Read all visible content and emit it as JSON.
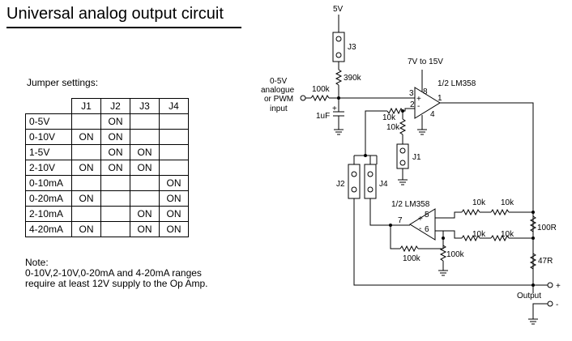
{
  "title": "Universal analog output circuit",
  "jumper_table": {
    "caption": "Jumper settings:",
    "headers": [
      "J1",
      "J2",
      "J3",
      "J4"
    ],
    "rows": [
      {
        "label": "0-5V",
        "cells": [
          "",
          "ON",
          "",
          ""
        ]
      },
      {
        "label": "0-10V",
        "cells": [
          "ON",
          "ON",
          "",
          ""
        ]
      },
      {
        "label": "1-5V",
        "cells": [
          "",
          "ON",
          "ON",
          ""
        ]
      },
      {
        "label": "2-10V",
        "cells": [
          "ON",
          "ON",
          "ON",
          ""
        ]
      },
      {
        "label": "0-10mA",
        "cells": [
          "",
          "",
          "",
          "ON"
        ]
      },
      {
        "label": "0-20mA",
        "cells": [
          "ON",
          "",
          "",
          "ON"
        ]
      },
      {
        "label": "2-10mA",
        "cells": [
          "",
          "",
          "ON",
          "ON"
        ]
      },
      {
        "label": "4-20mA",
        "cells": [
          "ON",
          "",
          "ON",
          "ON"
        ]
      }
    ]
  },
  "note": {
    "heading": "Note:",
    "line1": "0-10V,2-10V,0-20mA and 4-20mA ranges",
    "line2": "require at least 12V supply to the Op Amp."
  },
  "schematic": {
    "supply_5v": "5V",
    "j3": "J3",
    "r390k": "390k",
    "supply_opamp": "7V to 15V",
    "input_1": "0-5V",
    "input_2": "analogue",
    "input_3": "or PWM",
    "input_4": "input",
    "r100k_in": "100k",
    "c1uf": "1uF",
    "plus": "+",
    "minus": "-",
    "u1_name": "1/2 LM358",
    "pin3": "3",
    "pin8": "8",
    "pin2": "2",
    "pin1": "1",
    "pin4": "4",
    "r10k_a": "10k",
    "r10k_b": "10k",
    "j1": "J1",
    "j2": "J2",
    "j4": "J4",
    "u2_name": "1/2 LM358",
    "pin7": "7",
    "pin5": "5",
    "pin6": "6",
    "r10k_c": "10k",
    "r10k_d": "10k",
    "r10k_e": "10k",
    "r10k_f": "10k",
    "r100r": "100R",
    "r47r": "47R",
    "r100k_fb": "100k",
    "r100k_gnd": "100k",
    "output_label": "Output",
    "out_plus": "+",
    "out_minus": "-"
  }
}
